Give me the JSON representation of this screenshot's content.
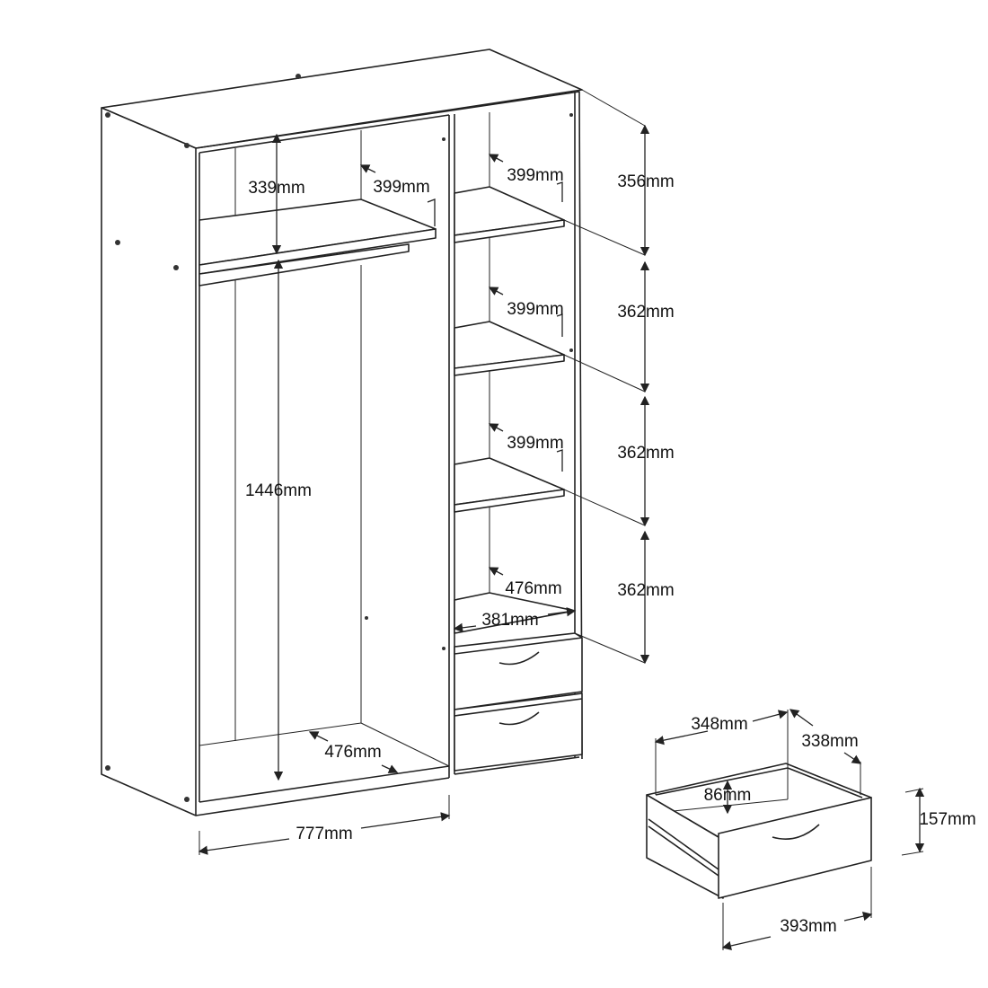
{
  "wardrobe": {
    "top_compartment_height": "339mm",
    "left_shelf_depth": "399mm",
    "hanging_height": "1446mm",
    "bottom_depth": "476mm",
    "width": "777mm",
    "right_shelves": [
      {
        "depth": "399mm",
        "height": "356mm"
      },
      {
        "depth": "399mm",
        "height": "362mm"
      },
      {
        "depth": "399mm",
        "height": "362mm"
      }
    ],
    "lower_depth": "476mm",
    "lower_height": "362mm",
    "column_width": "381mm"
  },
  "drawer": {
    "inner_width": "348mm",
    "inner_depth": "338mm",
    "inner_height": "86mm",
    "height": "157mm",
    "front_width": "393mm"
  }
}
